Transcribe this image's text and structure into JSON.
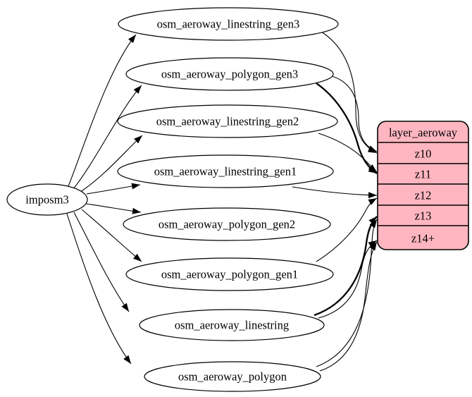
{
  "diagram": {
    "kind": "etl-graph",
    "source": {
      "id": "imposm3",
      "label": "imposm3"
    },
    "tables": [
      {
        "id": "lg3",
        "label": "osm_aeroway_linestring_gen3"
      },
      {
        "id": "pg3",
        "label": "osm_aeroway_polygon_gen3"
      },
      {
        "id": "lg2",
        "label": "osm_aeroway_linestring_gen2"
      },
      {
        "id": "lg1",
        "label": "osm_aeroway_linestring_gen1"
      },
      {
        "id": "pg2",
        "label": "osm_aeroway_polygon_gen2"
      },
      {
        "id": "pg1",
        "label": "osm_aeroway_polygon_gen1"
      },
      {
        "id": "ls",
        "label": "osm_aeroway_linestring"
      },
      {
        "id": "pg",
        "label": "osm_aeroway_polygon"
      }
    ],
    "record": {
      "id": "layer_aeroway",
      "title": "layer_aeroway",
      "rows": [
        {
          "id": "z10",
          "label": "z10"
        },
        {
          "id": "z11",
          "label": "z11"
        },
        {
          "id": "z12",
          "label": "z12"
        },
        {
          "id": "z13",
          "label": "z13"
        },
        {
          "id": "z14",
          "label": "z14+"
        }
      ],
      "fill_color": "#ffb6c1",
      "border_color": "#000000"
    },
    "edges": [
      {
        "from": "imposm3",
        "to": "lg3"
      },
      {
        "from": "imposm3",
        "to": "pg3"
      },
      {
        "from": "imposm3",
        "to": "lg2"
      },
      {
        "from": "imposm3",
        "to": "lg1"
      },
      {
        "from": "imposm3",
        "to": "pg2"
      },
      {
        "from": "imposm3",
        "to": "pg1"
      },
      {
        "from": "imposm3",
        "to": "ls"
      },
      {
        "from": "imposm3",
        "to": "pg"
      },
      {
        "from": "lg3",
        "to": "z10"
      },
      {
        "from": "pg3",
        "to": "z10"
      },
      {
        "from": "lg2",
        "to": "z11"
      },
      {
        "from": "pg2",
        "to": "z11"
      },
      {
        "from": "lg1",
        "to": "z12"
      },
      {
        "from": "pg1",
        "to": "z12"
      },
      {
        "from": "ls",
        "to": "z13"
      },
      {
        "from": "ls",
        "to": "z14"
      },
      {
        "from": "pg",
        "to": "z13"
      },
      {
        "from": "pg",
        "to": "z14"
      }
    ],
    "edge_color": "#000000",
    "node_fill": "#ffffff",
    "node_border": "#000000"
  }
}
